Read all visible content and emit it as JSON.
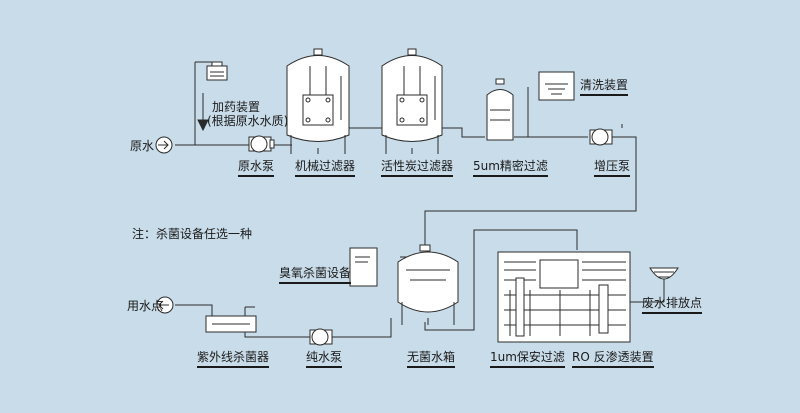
{
  "labels": {
    "raw_water": "原水",
    "dosing": "加药装置",
    "dosing_note": "(根据原水水质)",
    "raw_pump": "原水泵",
    "mech_filter": "机械过滤器",
    "carbon_filter": "活性炭过滤器",
    "precision_filter": "5um精密过滤",
    "cleaning": "清洗装置",
    "booster_pump": "增压泵",
    "note": "注：杀菌设备任选一种",
    "ozone": "臭氧杀菌设备",
    "water_point": "用水点",
    "waste_drain": "废水排放点",
    "uv": "紫外线杀菌器",
    "pure_pump": "纯水泵",
    "sterile_tank": "无菌水箱",
    "security_filter": "1um保安过滤",
    "ro": "RO 反渗透装置"
  },
  "colors": {
    "background": "#c9dce9",
    "line": "#2b2b2b",
    "equipment": "#ffffff"
  }
}
